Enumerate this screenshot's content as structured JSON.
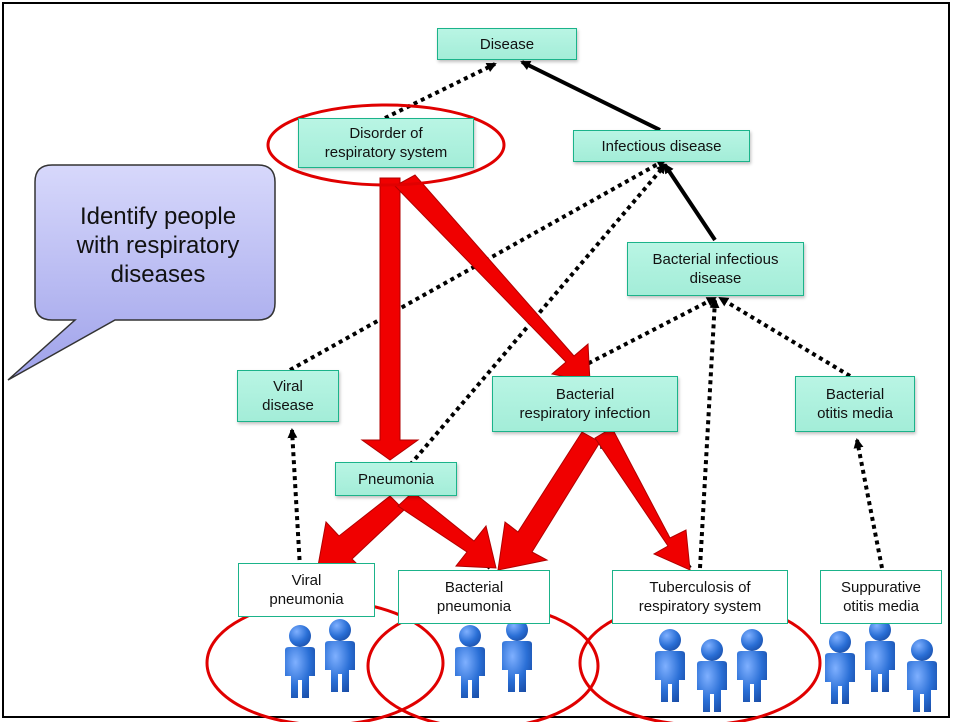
{
  "callout": {
    "text": "Identify people\nwith respiratory\ndiseases"
  },
  "nodes": {
    "disease": "Disease",
    "disorder_respiratory": "Disorder of\nrespiratory system",
    "infectious_disease": "Infectious disease",
    "bacterial_infectious_disease": "Bacterial infectious\ndisease",
    "viral_disease": "Viral\ndisease",
    "bacterial_respiratory_infection": "Bacterial\nrespiratory infection",
    "bacterial_otitis_media": "Bacterial\notitis media",
    "pneumonia": "Pneumonia",
    "viral_pneumonia": "Viral\npneumonia",
    "bacterial_pneumonia": "Bacterial\npneumonia",
    "tuberculosis": "Tuberculosis of\nrespiratory system",
    "suppurative_otitis_media": "Suppurative\notitis media"
  },
  "colors": {
    "node_fill": "#a9f0dc",
    "node_border": "#1bb38a",
    "highlight": "#e00000",
    "person": "#2a6fd6",
    "callout_fill": "#b6b8f2"
  },
  "icons": [
    "person-icon",
    "callout-bubble"
  ]
}
